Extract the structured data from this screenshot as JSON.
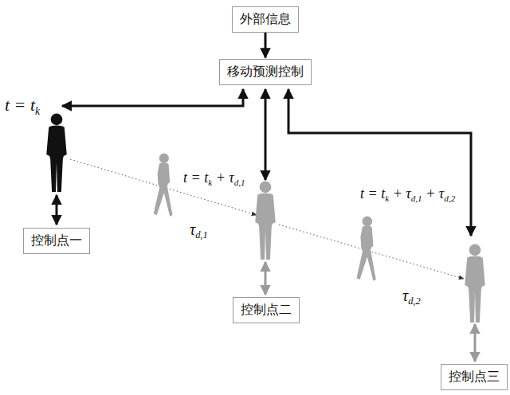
{
  "diagram": {
    "nodes": [
      {
        "text": [
          "外部信息"
        ]
      },
      {
        "text": [
          "移动预测控制"
        ]
      },
      {
        "text": [
          "控制点一"
        ]
      },
      {
        "text": [
          "控制点二"
        ]
      },
      {
        "text": [
          "控制点三"
        ]
      }
    ],
    "edges": [
      {
        "from": 0,
        "to": 1,
        "arrow": "to"
      }
    ],
    "labels": [
      "t = tk",
      "t = tk + τd,1",
      "τd,1",
      "t = tk + τd,1 + τd,2",
      "τd,2"
    ]
  }
}
